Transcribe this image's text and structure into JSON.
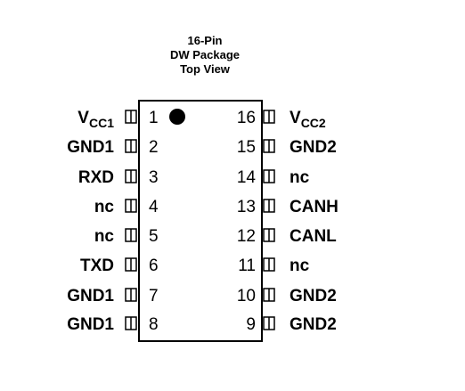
{
  "header": {
    "line1": "16-Pin",
    "line2": "DW Package",
    "line3": "Top View"
  },
  "left_pins": [
    {
      "number": "1",
      "name": "V",
      "sub": "CC1"
    },
    {
      "number": "2",
      "name": "GND1",
      "sub": ""
    },
    {
      "number": "3",
      "name": "RXD",
      "sub": ""
    },
    {
      "number": "4",
      "name": "nc",
      "sub": ""
    },
    {
      "number": "5",
      "name": "nc",
      "sub": ""
    },
    {
      "number": "6",
      "name": "TXD",
      "sub": ""
    },
    {
      "number": "7",
      "name": "GND1",
      "sub": ""
    },
    {
      "number": "8",
      "name": "GND1",
      "sub": ""
    }
  ],
  "right_pins": [
    {
      "number": "16",
      "name": "V",
      "sub": "CC2"
    },
    {
      "number": "15",
      "name": "GND2",
      "sub": ""
    },
    {
      "number": "14",
      "name": "nc",
      "sub": ""
    },
    {
      "number": "13",
      "name": "CANH",
      "sub": ""
    },
    {
      "number": "12",
      "name": "CANL",
      "sub": ""
    },
    {
      "number": "11",
      "name": "nc",
      "sub": ""
    },
    {
      "number": "10",
      "name": "GND2",
      "sub": ""
    },
    {
      "number": "9",
      "name": "GND2",
      "sub": ""
    }
  ]
}
